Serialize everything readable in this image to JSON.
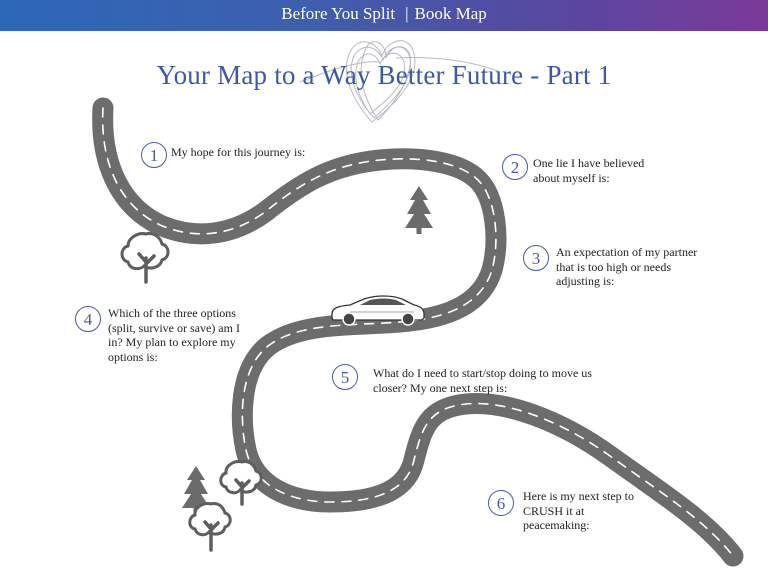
{
  "header": {
    "book": "Before You Split",
    "divider": "|",
    "section": "Book Map"
  },
  "title": "Your Map to a Way Better Future - Part 1",
  "colors": {
    "banner_start": "#2d67b8",
    "banner_end": "#7b3a98",
    "title": "#3b5aa3",
    "road": "#6c6c6c",
    "trees": "#6b6b6b"
  },
  "icons": [
    "heart-scribble-icon",
    "car-icon",
    "pine-tree-icon",
    "round-tree-icon"
  ],
  "steps": [
    {
      "number": "1",
      "text": "My hope for this journey is:"
    },
    {
      "number": "2",
      "text": "One lie I have believed about myself is:"
    },
    {
      "number": "3",
      "text": "An expectation of my partner that is too high or needs adjusting is:"
    },
    {
      "number": "4",
      "text": "Which of the three options (split, survive or save) am I in?  My plan to explore my options is:"
    },
    {
      "number": "5",
      "text": "What do I need to start/stop doing to move us closer?  My one next step is:"
    },
    {
      "number": "6",
      "text": "Here is my next step to CRUSH it at peacemaking:"
    }
  ]
}
